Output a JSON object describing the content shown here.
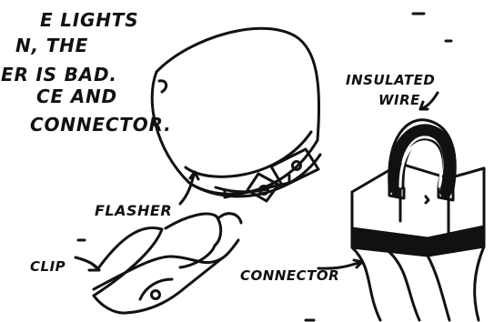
{
  "diagram": {
    "note_lines": [
      "E LIGHTS",
      "N, THE",
      "ER IS BAD.",
      "CE AND",
      "CONNECTOR."
    ],
    "labels": {
      "insulated_line1": "INSULATED",
      "insulated_line2": "WIRE",
      "flasher": "FLASHER",
      "clip": "CLIP",
      "connector": "CONNECTOR"
    }
  }
}
